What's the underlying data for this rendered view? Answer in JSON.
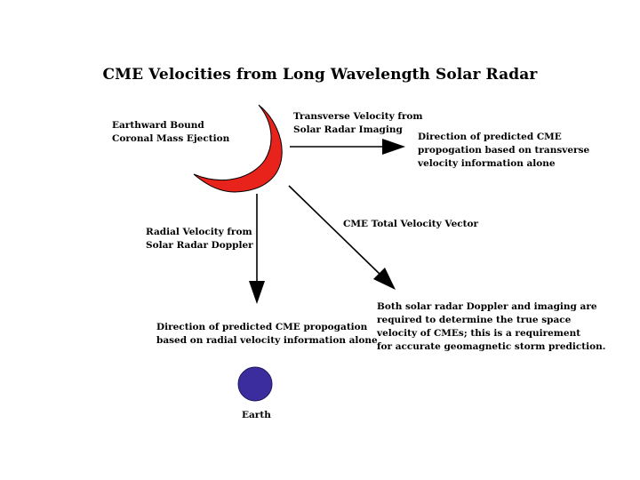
{
  "title": "CME Velocities from Long Wavelength Solar Radar",
  "labels": {
    "cme": [
      "Earthward Bound",
      "Coronal Mass Ejection"
    ],
    "transverse": [
      "Transverse Velocity from",
      "Solar Radar Imaging"
    ],
    "transverse_direction": [
      "Direction of predicted CME",
      "propogation based on transverse",
      "velocity information alone"
    ],
    "total_vector": "CME Total Velocity Vector",
    "radial": [
      "Radial Velocity from",
      "Solar Radar Doppler"
    ],
    "radial_direction": [
      "Direction of predicted CME propogation",
      "based on radial velocity information alone"
    ],
    "requirement": [
      "Both solar radar Doppler and imaging are",
      "required to determine the true space",
      "velocity of CMEs; this is a requirement",
      "for accurate geomagnetic storm prediction."
    ],
    "earth": "Earth"
  },
  "colors": {
    "cme_fill": "#e8231c",
    "earth_fill": "#3b2d9e",
    "arrow": "#000000"
  }
}
